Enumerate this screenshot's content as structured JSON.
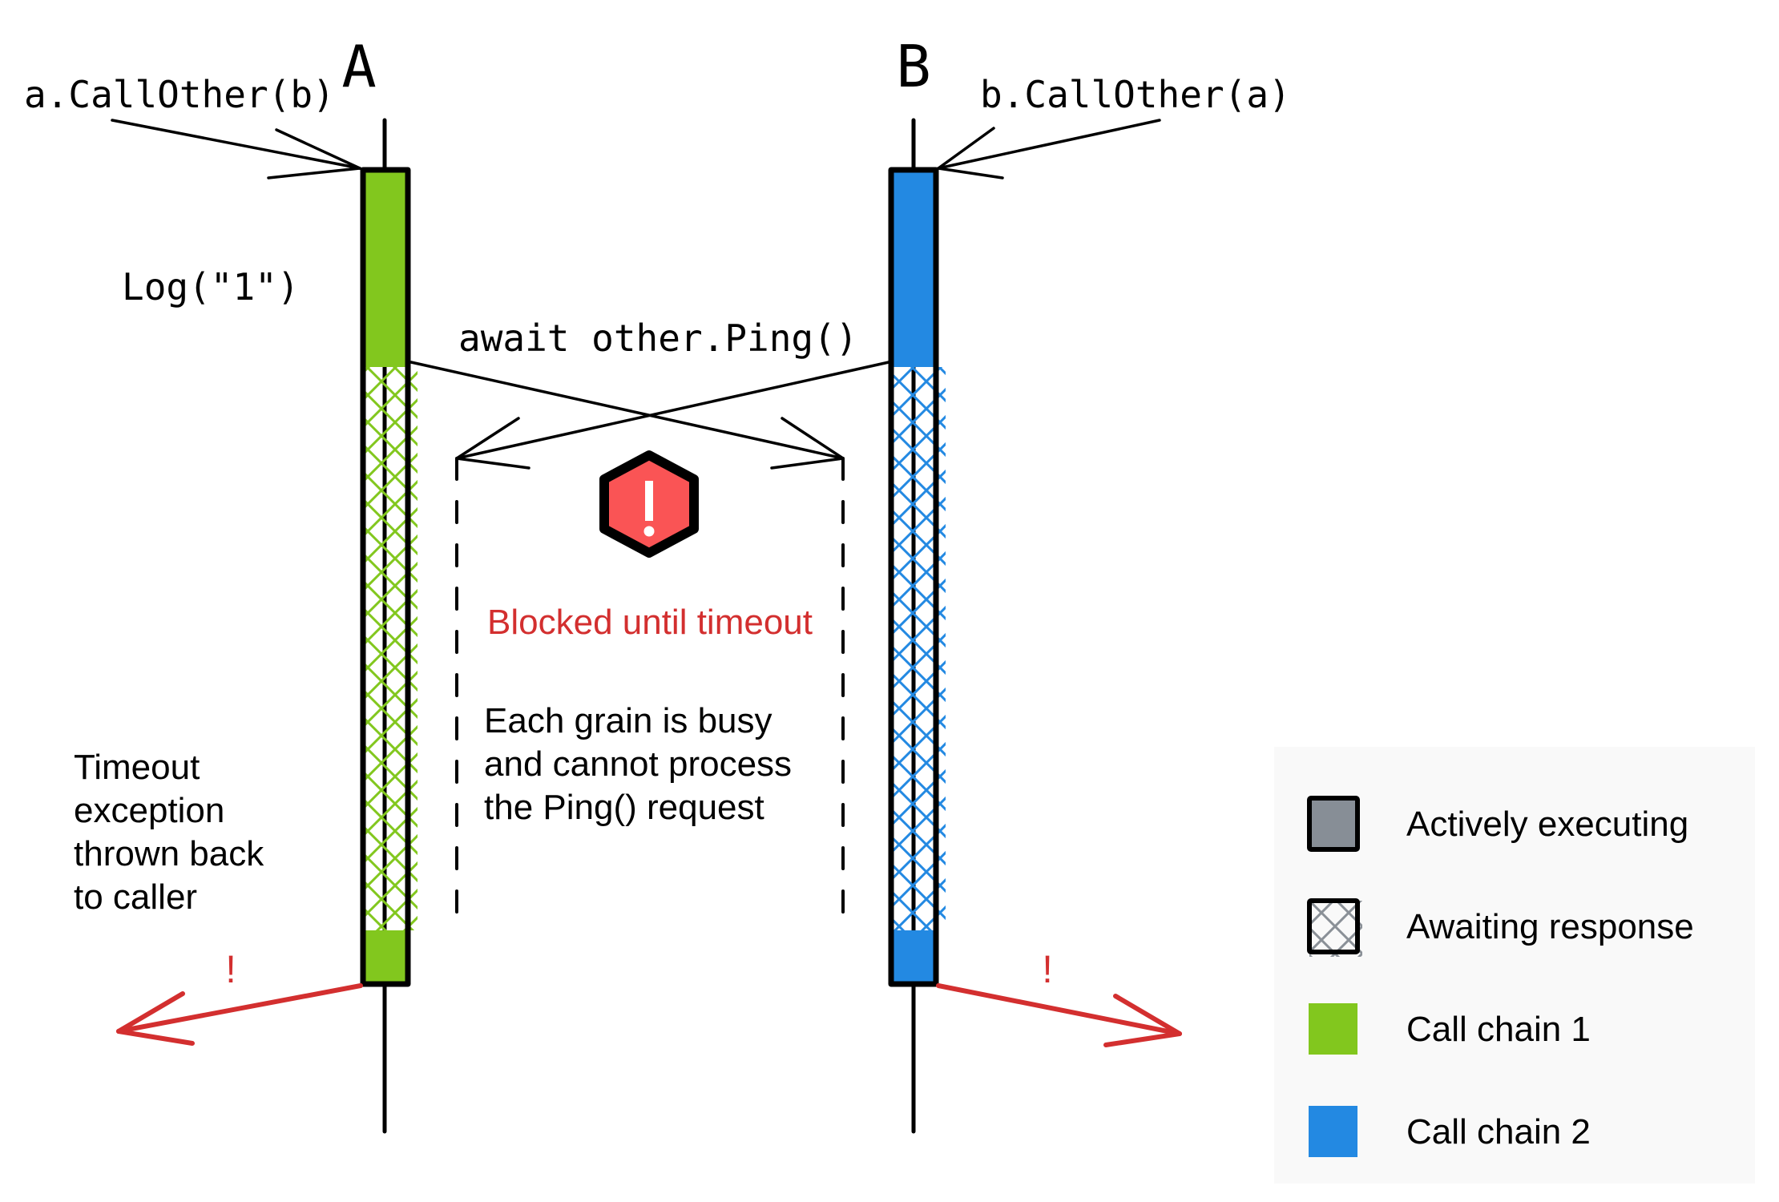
{
  "colors": {
    "chain1": "#82c71e",
    "chain2": "#2389e2",
    "active_gray": "#878e96",
    "await_hatch_gray": "#8a9097",
    "error_red": "#d32f2f",
    "hexagon_red": "#fa5455",
    "legend_bg": "#f9f9f9",
    "ink": "#000000"
  },
  "grains": [
    {
      "label": "A",
      "call_label": "a.CallOther(b)",
      "chain": "chain1"
    },
    {
      "label": "B",
      "call_label": "b.CallOther(a)",
      "chain": "chain2"
    }
  ],
  "annotations": {
    "log": "Log(\"1\")",
    "await": "await other.Ping()",
    "blocked": "Blocked until timeout",
    "busy_lines": [
      "Each grain is busy",
      "and cannot process",
      "the Ping() request"
    ],
    "timeout_lines": [
      "Timeout",
      "exception",
      "thrown back",
      "to caller"
    ],
    "error_mark": "!",
    "warning_icon": "hexagon-exclamation"
  },
  "legend": {
    "items": [
      {
        "label": "Actively executing",
        "swatch": "active"
      },
      {
        "label": "Awaiting response",
        "swatch": "awaiting"
      },
      {
        "label": "Call chain 1",
        "swatch": "chain1"
      },
      {
        "label": "Call chain 2",
        "swatch": "chain2"
      }
    ]
  }
}
